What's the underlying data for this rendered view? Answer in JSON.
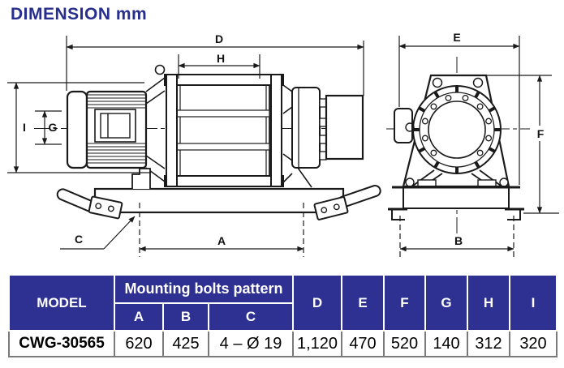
{
  "title": "DIMENSION mm",
  "drawing": {
    "labels": {
      "D": "D",
      "H": "H",
      "I": "I",
      "G": "G",
      "A": "A",
      "B": "B",
      "C": "C",
      "E": "E",
      "F": "F"
    }
  },
  "table": {
    "model_header": "MODEL",
    "group_header": "Mounting bolts pattern",
    "sub_headers": [
      "A",
      "B",
      "C"
    ],
    "dim_headers": [
      "D",
      "E",
      "F",
      "G",
      "H",
      "I"
    ],
    "rows": [
      {
        "model": "CWG-30565",
        "a": "620",
        "b": "425",
        "c": "4 –  Ø 19",
        "d": "1,120",
        "e": "470",
        "f": "520",
        "g": "140",
        "h": "312",
        "i": "320"
      }
    ]
  },
  "colors": {
    "header_bg": "#2e3192",
    "header_text": "#ffffff",
    "title_text": "#282e8d",
    "line": "#1a1a1a",
    "border_gray": "#7a7a7a"
  }
}
